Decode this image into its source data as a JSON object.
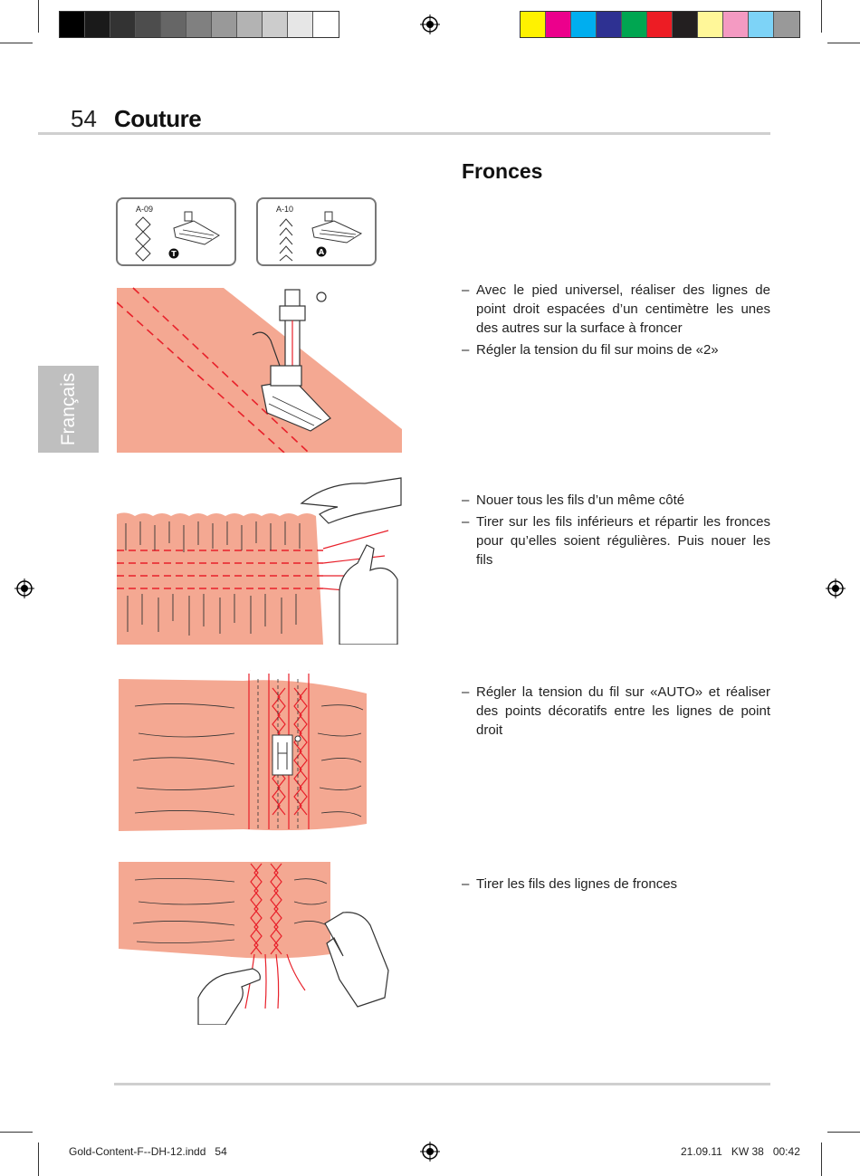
{
  "print_marks": {
    "gray_swatches": [
      "#000000",
      "#1a1a1a",
      "#333333",
      "#4d4d4d",
      "#666666",
      "#808080",
      "#999999",
      "#b3b3b3",
      "#cccccc",
      "#e6e6e6",
      "#ffffff"
    ],
    "color_swatches": [
      "#fff200",
      "#ec008c",
      "#00aeef",
      "#2e3192",
      "#00a651",
      "#ed1c24",
      "#231f20",
      "#fff799",
      "#f49ac2",
      "#7dd3f7",
      "#999999"
    ]
  },
  "header": {
    "page_number": "54",
    "title": "Couture"
  },
  "side_tab": {
    "language": "Français"
  },
  "section": {
    "title": "Fronces"
  },
  "stitch_selectors": [
    {
      "code": "A-09",
      "foot": "T"
    },
    {
      "code": "A-10",
      "foot": "A"
    }
  ],
  "steps": [
    {
      "items": [
        "Avec le pied universel, réaliser des lignes de point droit espacées d’un centimètre les unes des autres sur la surface à froncer",
        "Régler la tension du fil sur moins de «2»"
      ]
    },
    {
      "items": [
        "Nouer tous les fils d’un même côté",
        "Tirer sur les fils inférieurs et répartir les fronces pour qu’elles soient régulières. Puis nouer les fils"
      ]
    },
    {
      "items": [
        "Régler la tension du fil sur «AUTO» et réaliser des points décoratifs entre les lignes de point droit"
      ]
    },
    {
      "items": [
        "Tirer les fils des lignes de fronces"
      ]
    }
  ],
  "colors": {
    "fabric": "#f4a892",
    "thread": "#e8202a",
    "outline": "#333333",
    "rule": "#cfcfcf",
    "tab": "#bfbfbf"
  },
  "footer": {
    "file": "Gold-Content-F--DH-12.indd   54",
    "date": "21.09.11   KW 38   00:42"
  }
}
